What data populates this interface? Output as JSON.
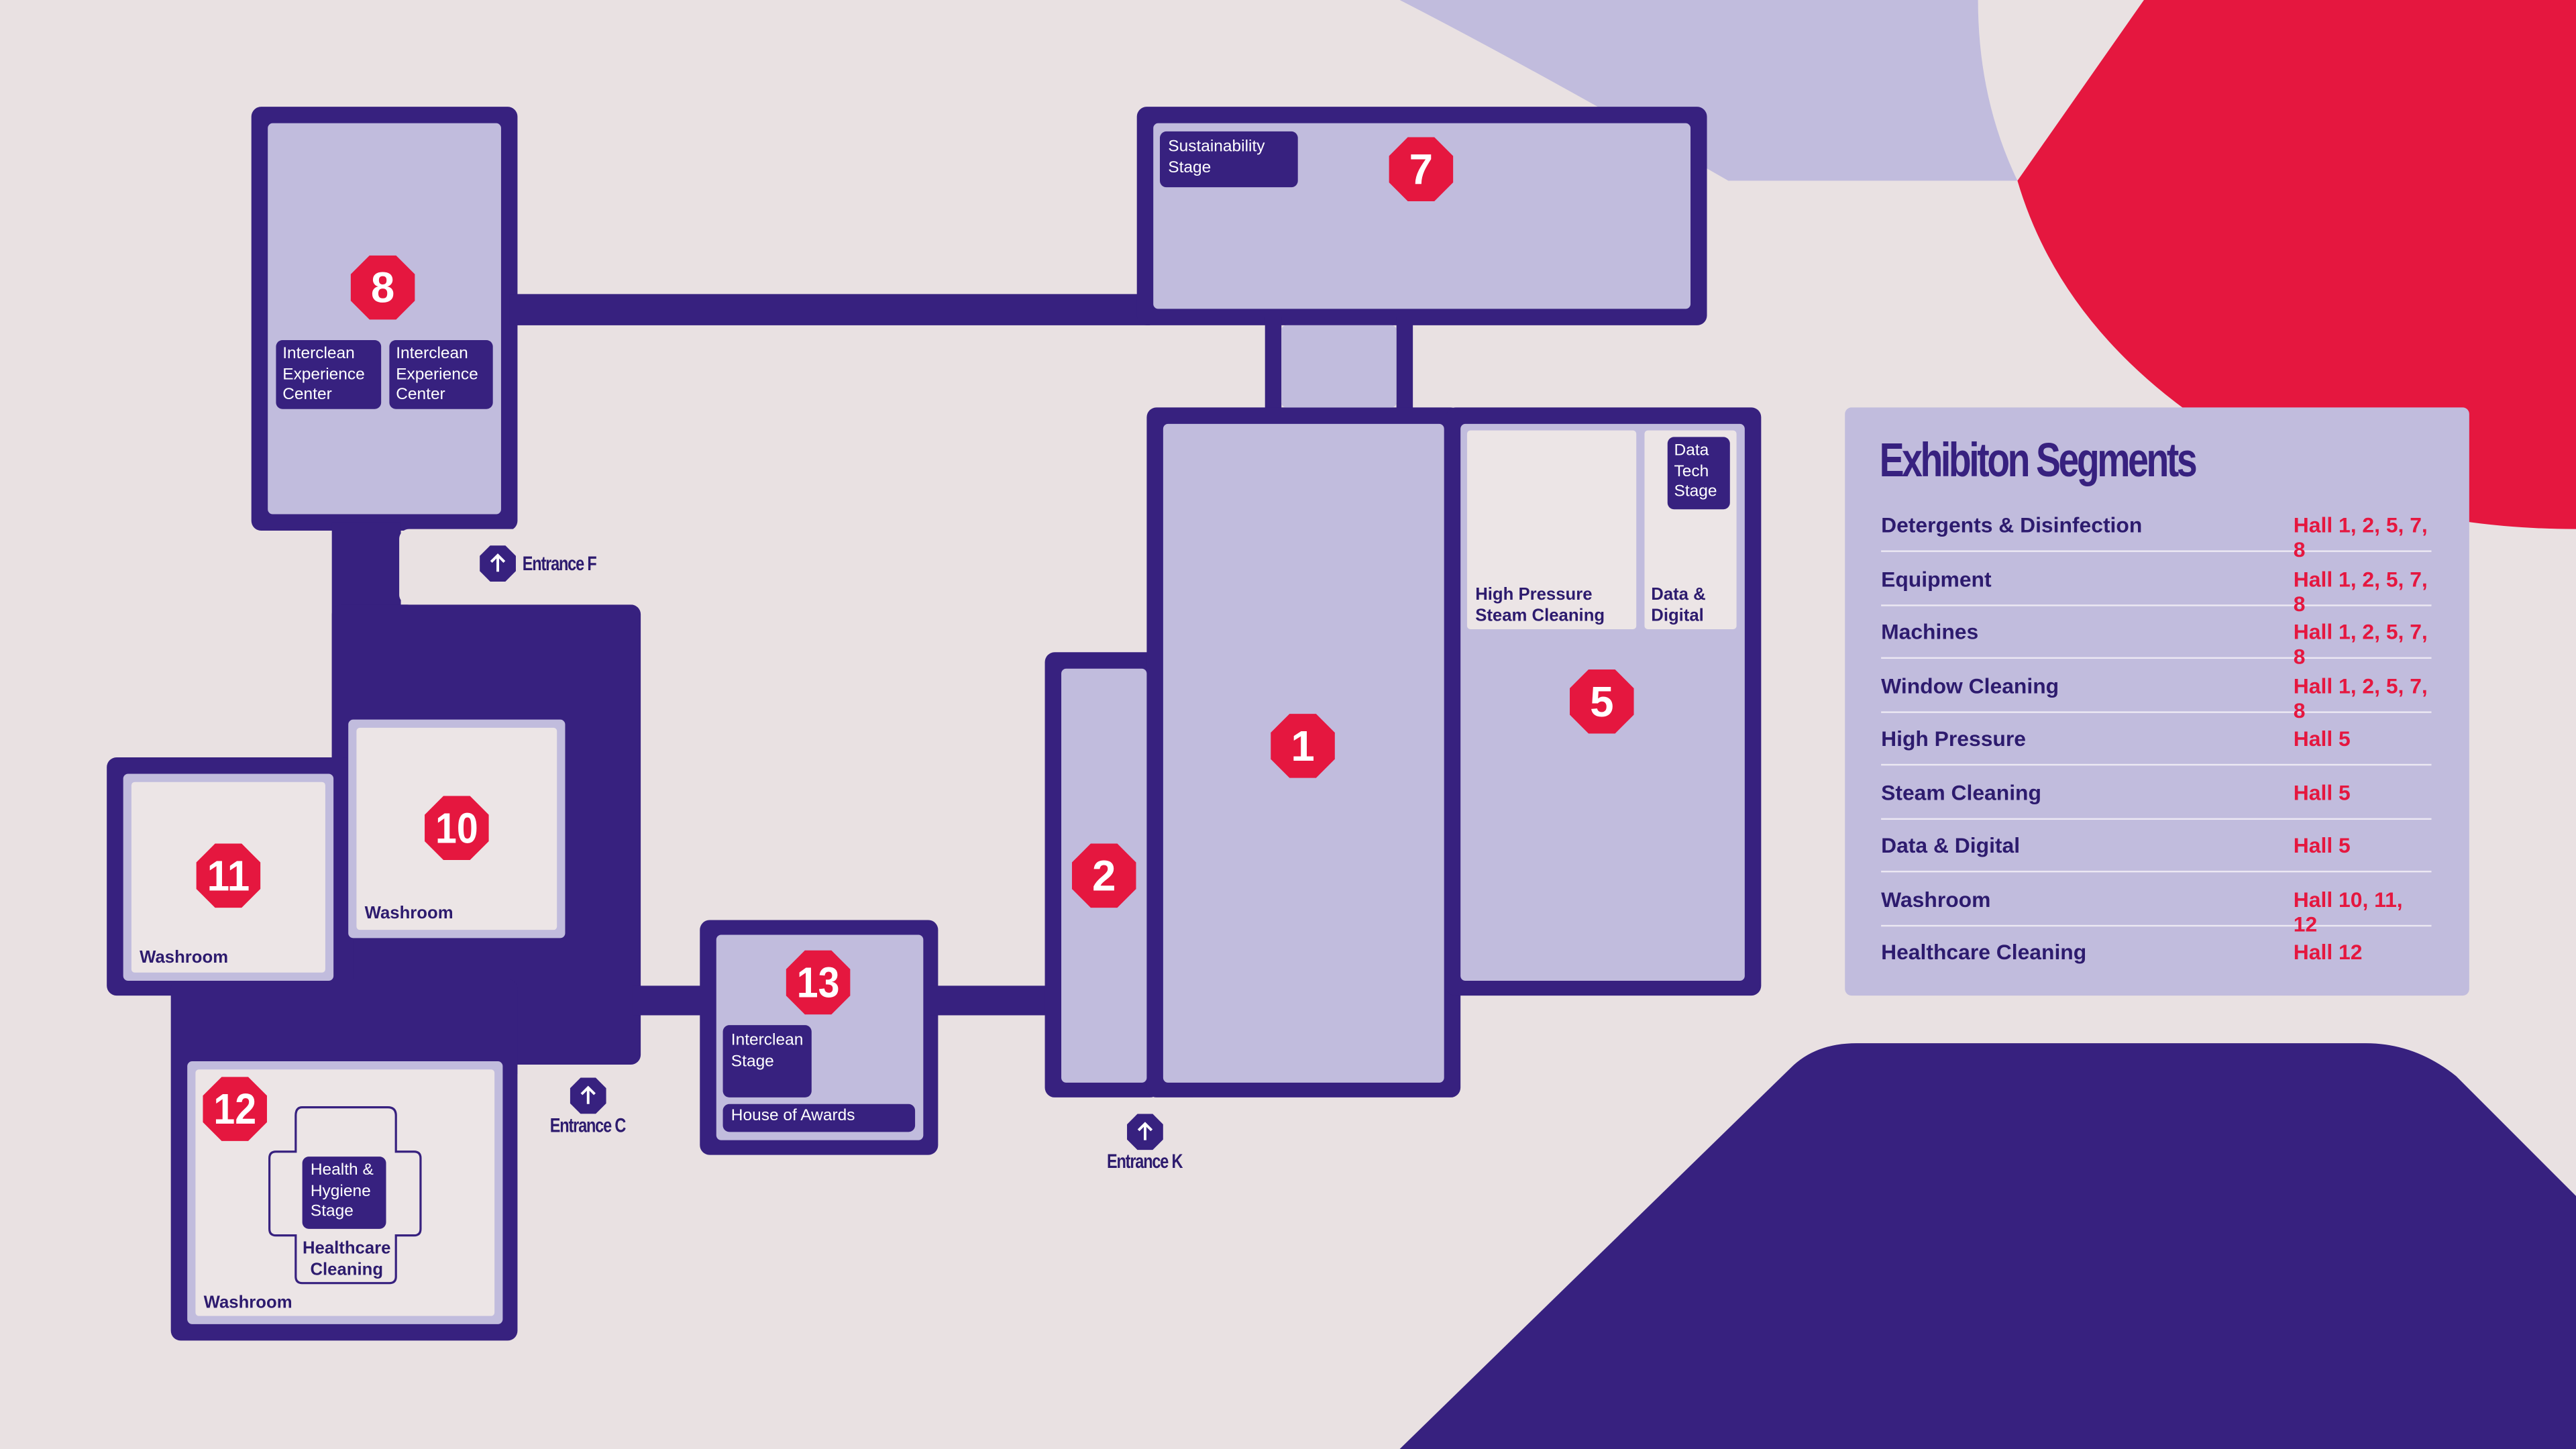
{
  "colors": {
    "background": "#e9e1e2",
    "wall": "#37217f",
    "hall_fill": "#c1bcdd",
    "badge": "#e5173f",
    "room_fill": "#ece5e6",
    "legend_text": "#2d1b6e",
    "legend_value": "#e5173f"
  },
  "halls": [
    {
      "number": "1"
    },
    {
      "number": "2"
    },
    {
      "number": "5"
    },
    {
      "number": "7"
    },
    {
      "number": "8"
    },
    {
      "number": "10"
    },
    {
      "number": "11"
    },
    {
      "number": "12"
    },
    {
      "number": "13"
    }
  ],
  "labels": {
    "sustainability_stage": "Sustainability Stage",
    "interclean_experience_center_1": "Interclean Experience Center",
    "interclean_experience_center_2": "Interclean Experience Center",
    "data_tech_stage": "Data Tech Stage",
    "high_pressure_steam_cleaning": "High Pressure Steam Cleaning",
    "data_digital": "Data & Digital",
    "washroom_10": "Washroom",
    "washroom_11": "Washroom",
    "washroom_12": "Washroom",
    "interclean_stage": "Interclean Stage",
    "house_of_awards": "House of Awards",
    "health_hygiene_stage": "Health & Hygiene Stage",
    "healthcare_cleaning": "Healthcare Cleaning"
  },
  "entrances": {
    "f": {
      "label": "Entrance F",
      "icon": "arrow-up-icon"
    },
    "c": {
      "label": "Entrance C",
      "icon": "arrow-up-icon"
    },
    "k": {
      "label": "Entrance K",
      "icon": "arrow-up-icon"
    }
  },
  "legend": {
    "title": "Exhibiton Segments",
    "rows": [
      {
        "segment": "Detergents & Disinfection",
        "halls": "Hall 1, 2, 5, 7, 8"
      },
      {
        "segment": "Equipment",
        "halls": "Hall 1, 2, 5, 7, 8"
      },
      {
        "segment": "Machines",
        "halls": "Hall 1, 2, 5, 7, 8"
      },
      {
        "segment": "Window Cleaning",
        "halls": "Hall 1, 2, 5, 7, 8"
      },
      {
        "segment": "High Pressure",
        "halls": "Hall 5"
      },
      {
        "segment": "Steam Cleaning",
        "halls": "Hall 5"
      },
      {
        "segment": "Data & Digital",
        "halls": "Hall 5"
      },
      {
        "segment": "Washroom",
        "halls": "Hall 10, 11, 12"
      },
      {
        "segment": "Healthcare Cleaning",
        "halls": "Hall 12"
      }
    ]
  }
}
